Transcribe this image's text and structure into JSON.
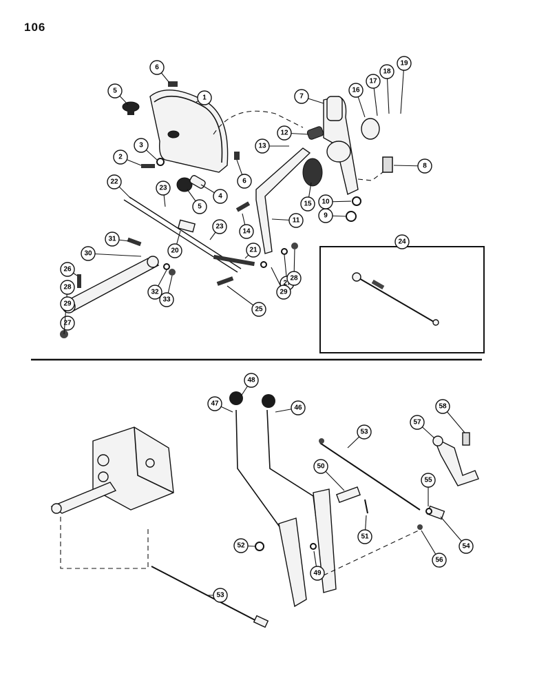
{
  "page_number": "106",
  "top_section": {
    "callouts": [
      "1",
      "2",
      "3",
      "4",
      "5",
      "5",
      "6",
      "6",
      "7",
      "8",
      "9",
      "10",
      "11",
      "12",
      "13",
      "14",
      "15",
      "16",
      "17",
      "18",
      "19",
      "20",
      "21",
      "22",
      "23",
      "23",
      "25",
      "26",
      "27",
      "27",
      "28",
      "28",
      "29",
      "29",
      "30",
      "31",
      "32",
      "33"
    ],
    "inset_label": "24"
  },
  "bottom_section": {
    "callouts": [
      "46",
      "47",
      "48",
      "49",
      "50",
      "51",
      "52",
      "53",
      "53",
      "54",
      "55",
      "56",
      "57",
      "58"
    ]
  }
}
